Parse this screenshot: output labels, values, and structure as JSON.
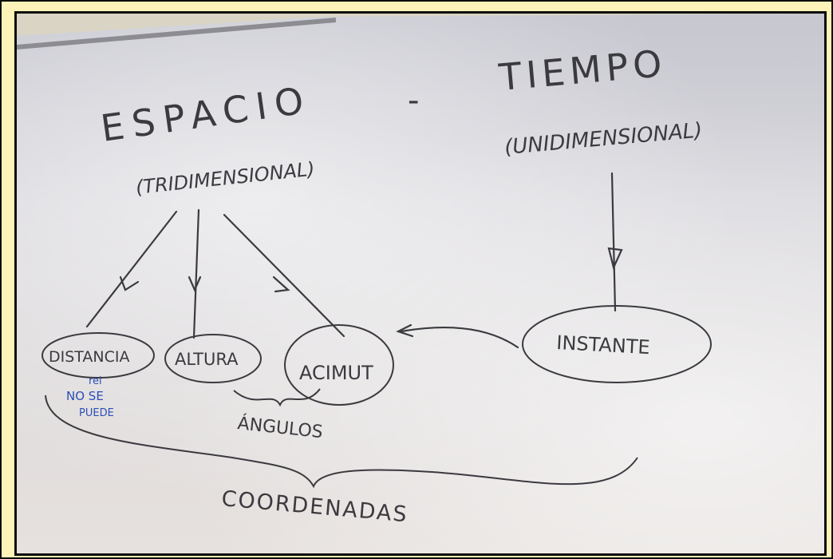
{
  "board": {
    "title_left": "ESPACIO",
    "dash": "-",
    "title_right": "TIEMPO",
    "subtitle_left": "(TRIDIMENSIONAL)",
    "subtitle_right": "(UNIDIMENSIONAL)",
    "node_distancia": "DISTANCIA",
    "node_altura": "ALTURA",
    "node_acimut": "ACIMUT",
    "node_instante": "INSTANTE",
    "note_rel": "rel",
    "note_no_se": "NO SE",
    "note_puede": "PUEDE",
    "label_angulos": "ÁNGULOS",
    "label_coordenadas": "COORDENADAS"
  },
  "colors": {
    "marker_black": "#3b3a3f",
    "marker_blue": "#2c4fb8",
    "frame_yellow": "#fdf3b8"
  }
}
